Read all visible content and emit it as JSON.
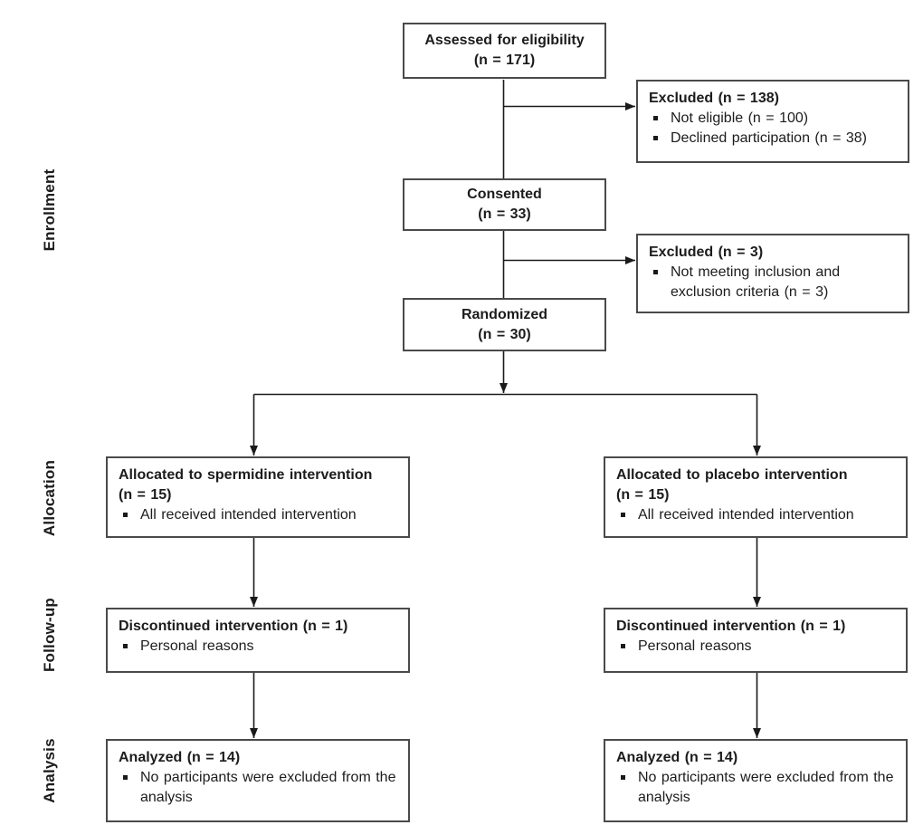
{
  "stages": {
    "enrollment": "Enrollment",
    "allocation": "Allocation",
    "followup": "Follow-up",
    "analysis": "Analysis"
  },
  "boxes": {
    "assessed": {
      "lines": [
        "Assessed for eligibility",
        "(n = 171)"
      ]
    },
    "excluded_enrollment": {
      "title": "Excluded (n = 138)",
      "bullets": [
        "Not eligible (n = 100)",
        "Declined participation (n = 38)"
      ]
    },
    "consented": {
      "lines": [
        "Consented",
        "(n = 33)"
      ]
    },
    "excluded_randomization": {
      "title": "Excluded (n = 3)",
      "bullets": [
        "Not meeting inclusion and exclusion criteria (n = 3)"
      ]
    },
    "randomized": {
      "lines": [
        "Randomized",
        "(n = 30)"
      ]
    },
    "allocation_spermidine": {
      "title_lines": [
        "Allocated to spermidine intervention",
        "(n = 15)"
      ],
      "bullets": [
        "All received intended intervention"
      ]
    },
    "allocation_placebo": {
      "title_lines": [
        "Allocated to placebo intervention",
        "(n = 15)"
      ],
      "bullets": [
        "All received intended intervention"
      ]
    },
    "followup_spermidine": {
      "title": "Discontinued intervention (n = 1)",
      "bullets": [
        "Personal reasons"
      ]
    },
    "followup_placebo": {
      "title": "Discontinued intervention (n = 1)",
      "bullets": [
        "Personal reasons"
      ]
    },
    "analysis_spermidine": {
      "title": "Analyzed (n = 14)",
      "bullets": [
        "No participants were excluded from the analysis"
      ]
    },
    "analysis_placebo": {
      "title": "Analyzed (n = 14)",
      "bullets": [
        "No participants were excluded from the analysis"
      ]
    }
  },
  "colors": {
    "box_border": "#4a4a4a",
    "text": "#1c1c1c",
    "line": "#1a1a1a",
    "background": "#ffffff"
  }
}
